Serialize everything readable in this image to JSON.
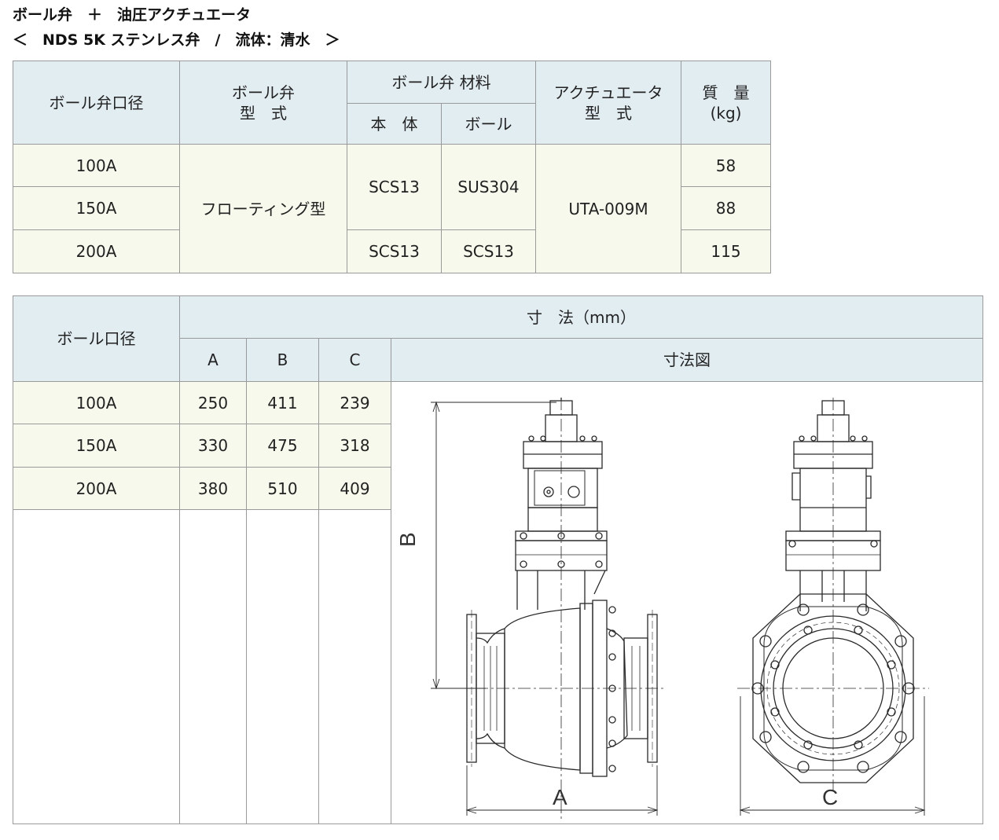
{
  "title_line1": "ボール弁　＋　油圧アクチュエータ",
  "title_line2": "＜　NDS 5K ステンレス弁　/　流体：清水　＞",
  "table1": {
    "headers": {
      "diameter": "ボール弁口径",
      "type": "ボール弁\n型　式",
      "material": "ボール弁 材料",
      "body": "本　体",
      "ball": "ボール",
      "actuator": "アクチュエータ\n型　式",
      "mass": "質　量\n(kg)"
    },
    "rows": [
      {
        "diameter": "100A",
        "mass": "58"
      },
      {
        "diameter": "150A",
        "mass": "88"
      },
      {
        "diameter": "200A",
        "mass": "115"
      }
    ],
    "type_value": "フローティング型",
    "body_material_1": "SCS13",
    "ball_material_1": "SUS304",
    "body_material_2": "SCS13",
    "ball_material_2": "SCS13",
    "actuator_value": "UTA-009M"
  },
  "table2": {
    "headers": {
      "diameter": "ボール口径",
      "dimensions": "寸　法（mm）",
      "a": "A",
      "b": "B",
      "c": "C",
      "drawing": "寸法図"
    },
    "rows": [
      {
        "diameter": "100A",
        "a": "250",
        "b": "411",
        "c": "239"
      },
      {
        "diameter": "150A",
        "a": "330",
        "b": "475",
        "c": "318"
      },
      {
        "diameter": "200A",
        "a": "380",
        "b": "510",
        "c": "409"
      }
    ],
    "drawing_labels": {
      "a": "A",
      "b": "B",
      "c": "C"
    }
  }
}
